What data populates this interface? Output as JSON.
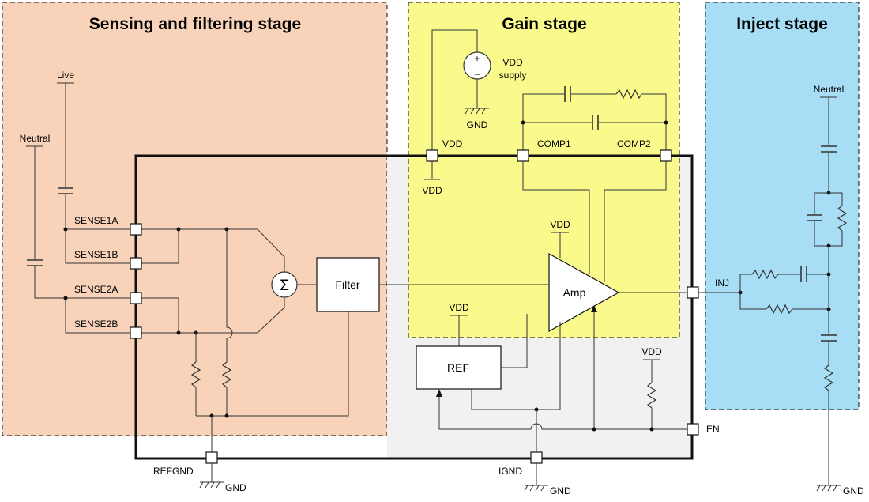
{
  "stages": {
    "sensing": {
      "title": "Sensing and filtering stage",
      "color": "#f8d3b9"
    },
    "gain": {
      "title": "Gain stage",
      "color": "#fafa8c"
    },
    "inject": {
      "title": "Inject stage",
      "color": "#a8def5"
    }
  },
  "chip_fill": "#f1f1f1",
  "blocks": {
    "sum": "Σ",
    "filter": "Filter",
    "amp": "Amp",
    "ref": "REF"
  },
  "pins": {
    "sense1a": "SENSE1A",
    "sense1b": "SENSE1B",
    "sense2a": "SENSE2A",
    "sense2b": "SENSE2B",
    "vdd": "VDD",
    "comp1": "COMP1",
    "comp2": "COMP2",
    "inj": "INJ",
    "en": "EN",
    "refgnd": "REFGND",
    "ignd": "IGND"
  },
  "nets": {
    "live": "Live",
    "neutral_left": "Neutral",
    "neutral_right": "Neutral",
    "vdd_supply_1": "VDD",
    "vdd_supply_2": "supply",
    "vdd_below_pin": "VDD",
    "vdd_amp": "VDD",
    "vdd_ref": "VDD",
    "vdd_en": "VDD",
    "gnd_supply": "GND",
    "gnd_refgnd": "GND",
    "gnd_ignd": "GND",
    "gnd_inject": "GND",
    "plus": "+",
    "minus": "–"
  }
}
